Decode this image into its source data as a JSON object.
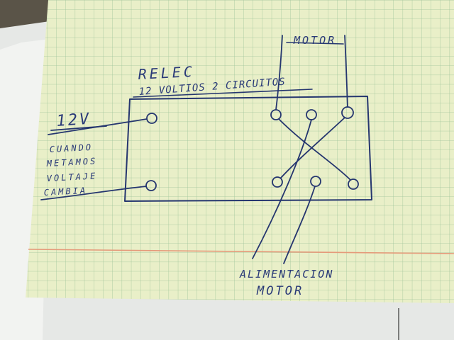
{
  "diagram": {
    "title": "RELEC",
    "subtitle": "12 VOLTIOS 2 CIRCUITOS",
    "motor_top_label": "MOTOR",
    "input_label": "12V",
    "note_lines": [
      "CUANDO",
      "METAMOS",
      "VOLTAJE",
      "CAMBIA"
    ],
    "bottom_label_line1": "ALIMENTACION",
    "bottom_label_line2": "MOTOR"
  },
  "colors": {
    "ink": "#25366f",
    "paper": "#e9efc8",
    "grid": "#9fc49a",
    "margin_line": "#e59a7a",
    "desk": "#5a5448"
  }
}
